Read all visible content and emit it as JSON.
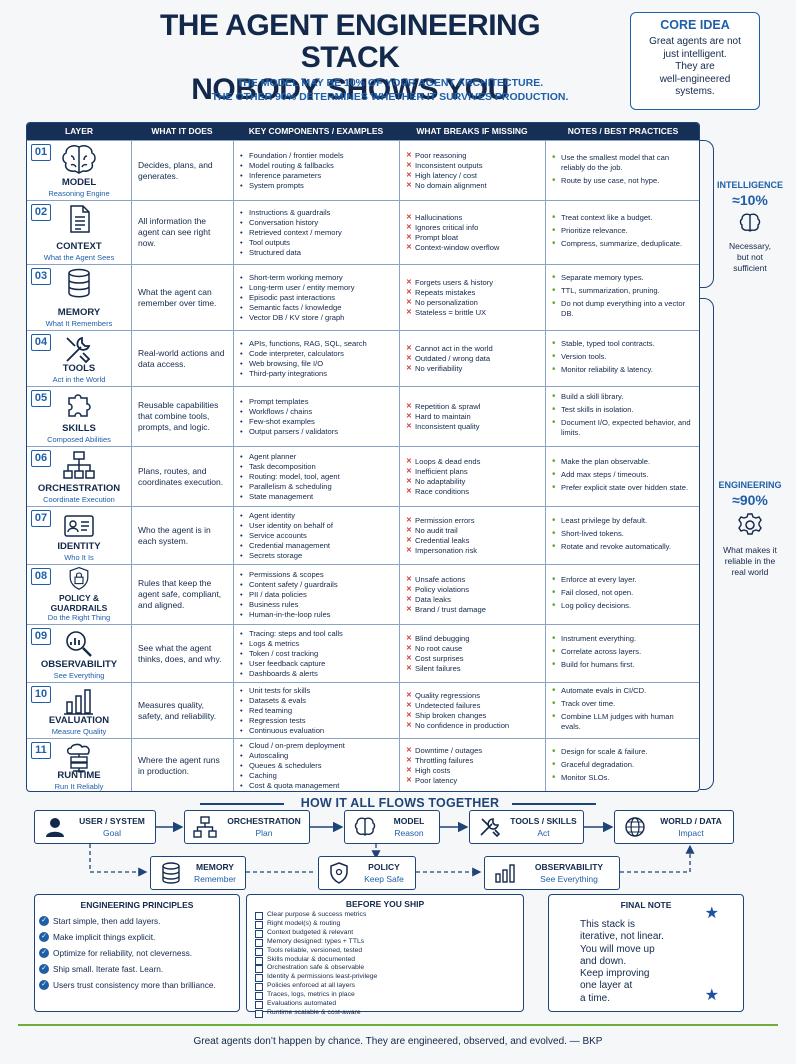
{
  "header": {
    "title_line1": "THE AGENT ENGINEERING STACK",
    "title_line2": "NOBODY SHOWS YOU",
    "subtitle_line1": "THE MODEL MAY BE 10% OF YOUR AGENT ARCHITECTURE.",
    "subtitle_line2": "THE OTHER 90% DETERMINES WHETHER IT SURVIVES PRODUCTION."
  },
  "core_idea": {
    "heading": "CORE IDEA",
    "lines": [
      "Great agents are not",
      "just intelligent.",
      "They are",
      "well-engineered",
      "systems."
    ]
  },
  "table": {
    "headers": [
      "LAYER",
      "WHAT IT DOES",
      "KEY COMPONENTS / EXAMPLES",
      "WHAT BREAKS IF MISSING",
      "NOTES / BEST PRACTICES"
    ],
    "rows": [
      {
        "num": "01",
        "icon": "brain-icon",
        "name": "MODEL",
        "sub": "Reasoning Engine",
        "what": "Decides, plans, and generates.",
        "components": [
          "Foundation / frontier models",
          "Model routing & fallbacks",
          "Inference parameters",
          "System prompts"
        ],
        "breaks": [
          "Poor reasoning",
          "Inconsistent outputs",
          "High latency / cost",
          "No domain alignment"
        ],
        "notes": [
          "Use the smallest model that can reliably do the job.",
          "Route by use case, not hype."
        ]
      },
      {
        "num": "02",
        "icon": "document-icon",
        "name": "CONTEXT",
        "sub": "What the Agent Sees",
        "what": "All information the agent can see right now.",
        "components": [
          "Instructions & guardrails",
          "Conversation history",
          "Retrieved context / memory",
          "Tool outputs",
          "Structured data"
        ],
        "breaks": [
          "Hallucinations",
          "Ignores critical info",
          "Prompt bloat",
          "Context-window overflow"
        ],
        "notes": [
          "Treat context like a budget.",
          "Prioritize relevance.",
          "Compress, summarize, deduplicate."
        ]
      },
      {
        "num": "03",
        "icon": "database-icon",
        "name": "MEMORY",
        "sub": "What It Remembers",
        "what": "What the agent can remember over time.",
        "components": [
          "Short-term working memory",
          "Long-term user / entity memory",
          "Episodic past interactions",
          "Semantic facts / knowledge",
          "Vector DB / KV store / graph"
        ],
        "breaks": [
          "Forgets users & history",
          "Repeats mistakes",
          "No personalization",
          "Stateless = brittle UX"
        ],
        "notes": [
          "Separate memory types.",
          "TTL, summarization, pruning.",
          "Do not dump everything into a vector DB."
        ]
      },
      {
        "num": "04",
        "icon": "tools-icon",
        "name": "TOOLS",
        "sub": "Act in the World",
        "what": "Real-world actions and data access.",
        "components": [
          "APIs, functions, RAG, SQL, search",
          "Code interpreter, calculators",
          "Web browsing, file I/O",
          "Third-party integrations"
        ],
        "breaks": [
          "Cannot act in the world",
          "Outdated / wrong data",
          "No verifiability"
        ],
        "notes": [
          "Stable, typed tool contracts.",
          "Version tools.",
          "Monitor reliability & latency."
        ]
      },
      {
        "num": "05",
        "icon": "puzzle-icon",
        "name": "SKILLS",
        "sub": "Composed Abilities",
        "what": "Reusable capabilities that combine tools, prompts, and logic.",
        "components": [
          "Prompt templates",
          "Workflows / chains",
          "Few-shot examples",
          "Output parsers / validators"
        ],
        "breaks": [
          "Repetition & sprawl",
          "Hard to maintain",
          "Inconsistent quality"
        ],
        "notes": [
          "Build a skill library.",
          "Test skills in isolation.",
          "Document I/O, expected behavior, and limits."
        ]
      },
      {
        "num": "06",
        "icon": "hierarchy-icon",
        "name": "ORCHESTRATION",
        "sub": "Coordinate Execution",
        "what": "Plans, routes, and coordinates execution.",
        "components": [
          "Agent planner",
          "Task decomposition",
          "Routing: model, tool, agent",
          "Parallelism & scheduling",
          "State management"
        ],
        "breaks": [
          "Loops & dead ends",
          "Inefficient plans",
          "No adaptability",
          "Race conditions"
        ],
        "notes": [
          "Make the plan observable.",
          "Add max steps / timeouts.",
          "Prefer explicit state over hidden state."
        ]
      },
      {
        "num": "07",
        "icon": "id-card-icon",
        "name": "IDENTITY",
        "sub": "Who It Is",
        "what": "Who the agent is in each system.",
        "components": [
          "Agent identity",
          "User identity on behalf of",
          "Service accounts",
          "Credential management",
          "Secrets storage"
        ],
        "breaks": [
          "Permission errors",
          "No audit trail",
          "Credential leaks",
          "Impersonation risk"
        ],
        "notes": [
          "Least privilege by default.",
          "Short-lived tokens.",
          "Rotate and revoke automatically."
        ]
      },
      {
        "num": "08",
        "icon": "lock-shield-icon",
        "name": "POLICY & GUARDRAILS",
        "sub": "Do the Right Thing",
        "what": "Rules that keep the agent safe, compliant, and aligned.",
        "components": [
          "Permissions & scopes",
          "Content safety / guardrails",
          "PII / data policies",
          "Business rules",
          "Human-in-the-loop rules"
        ],
        "breaks": [
          "Unsafe actions",
          "Policy violations",
          "Data leaks",
          "Brand / trust damage"
        ],
        "notes": [
          "Enforce at every layer.",
          "Fail closed, not open.",
          "Log policy decisions."
        ]
      },
      {
        "num": "09",
        "icon": "magnifier-chart-icon",
        "name": "OBSERVABILITY",
        "sub": "See Everything",
        "what": "See what the agent thinks, does, and why.",
        "components": [
          "Tracing: steps and tool calls",
          "Logs & metrics",
          "Token / cost tracking",
          "User feedback capture",
          "Dashboards & alerts"
        ],
        "breaks": [
          "Blind debugging",
          "No root cause",
          "Cost surprises",
          "Silent failures"
        ],
        "notes": [
          "Instrument everything.",
          "Correlate across layers.",
          "Build for humans first."
        ]
      },
      {
        "num": "10",
        "icon": "bar-chart-icon",
        "name": "EVALUATION",
        "sub": "Measure Quality",
        "what": "Measures quality, safety, and reliability.",
        "components": [
          "Unit tests for skills",
          "Datasets & evals",
          "Red teaming",
          "Regression tests",
          "Continuous evaluation"
        ],
        "breaks": [
          "Quality regressions",
          "Undetected failures",
          "Ship broken changes",
          "No confidence in production"
        ],
        "notes": [
          "Automate evals in CI/CD.",
          "Track over time.",
          "Combine LLM judges with human evals."
        ]
      },
      {
        "num": "11",
        "icon": "cloud-server-icon",
        "name": "RUNTIME",
        "sub": "Run It Reliably",
        "what": "Where the agent runs in production.",
        "components": [
          "Cloud / on-prem deployment",
          "Autoscaling",
          "Queues & schedulers",
          "Caching",
          "Cost & quota management"
        ],
        "breaks": [
          "Downtime / outages",
          "Throttling failures",
          "High costs",
          "Poor latency"
        ],
        "notes": [
          "Design for scale & failure.",
          "Graceful degradation.",
          "Monitor SLOs."
        ]
      }
    ]
  },
  "side": {
    "intelligence": {
      "label": "INTELLIGENCE",
      "pct": "≈10%",
      "desc_lines": [
        "Necessary,",
        "but not",
        "sufficient"
      ]
    },
    "engineering": {
      "label": "ENGINEERING",
      "pct": "≈90%",
      "desc_lines": [
        "What makes it",
        "reliable in the",
        "real world"
      ]
    }
  },
  "flow": {
    "title": "HOW IT ALL FLOWS TOGETHER",
    "top": [
      {
        "icon": "user-icon",
        "title": "USER / SYSTEM",
        "sub": "Goal"
      },
      {
        "icon": "hierarchy-icon",
        "title": "ORCHESTRATION",
        "sub": "Plan"
      },
      {
        "icon": "brain-icon",
        "title": "MODEL",
        "sub": "Reason"
      },
      {
        "icon": "tools-icon",
        "title": "TOOLS / SKILLS",
        "sub": "Act"
      },
      {
        "icon": "globe-icon",
        "title": "WORLD / DATA",
        "sub": "Impact"
      }
    ],
    "bottom": [
      {
        "icon": "database-icon",
        "title": "MEMORY",
        "sub": "Remember"
      },
      {
        "icon": "shield-icon",
        "title": "POLICY",
        "sub": "Keep Safe"
      },
      {
        "icon": "bar-chart-icon",
        "title": "OBSERVABILITY",
        "sub": "See Everything"
      }
    ]
  },
  "principles": {
    "heading": "ENGINEERING PRINCIPLES",
    "items": [
      "Start simple, then add layers.",
      "Make implicit things explicit.",
      "Optimize for reliability, not cleverness.",
      "Ship small. Iterate fast. Learn.",
      "Users trust consistency more than brilliance."
    ]
  },
  "checklist": {
    "heading": "BEFORE YOU SHIP",
    "items": [
      "Clear purpose & success metrics",
      "Right model(s) & routing",
      "Context budgeted & relevant",
      "Memory designed: types + TTLs",
      "Tools reliable, versioned, tested",
      "Skills modular & documented",
      "Orchestration safe & observable",
      "Identity & permissions least-privilege",
      "Policies enforced at all layers",
      "Traces, logs, metrics in place",
      "Evaluations automated",
      "Runtime scalable & cost-aware"
    ]
  },
  "final_note": {
    "heading": "FINAL NOTE",
    "lines": [
      "This stack is",
      "iterative, not linear.",
      "You will move up",
      "and down.",
      "Keep improving",
      "one layer at",
      "a time."
    ]
  },
  "footer": "Great agents don’t happen by chance. They are engineered, observed, and evolved. — BKP",
  "colors": {
    "navy": "#13294b",
    "accent_blue": "#1f5fa8",
    "break_red": "#d6382f",
    "note_green": "#66a832"
  }
}
